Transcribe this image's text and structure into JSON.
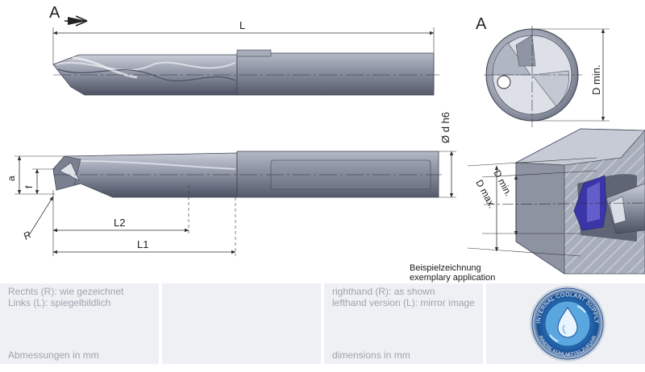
{
  "labels": {
    "view_a_arrow": "A",
    "view_a_title": "A",
    "length_total": "L",
    "shank_diameter": "Ø d h6",
    "d_min_view": "D min.",
    "dim_a": "a",
    "dim_f": "f",
    "radius": "R",
    "length_l2": "L2",
    "length_l1": "L1",
    "app_d_min": "D min.",
    "app_d_max": "D max."
  },
  "caption": {
    "line1": "Beispielzeichnung",
    "line2": "exemplary application"
  },
  "info": {
    "de_line1": "Rechts (R): wie gezeichnet",
    "de_line2": "Links (L): spiegelbildlich",
    "de_units": "Abmessungen in mm",
    "en_line1": "righthand (R): as shown",
    "en_line2": "lefthand version (L): mirror image",
    "en_units": "dimensions in mm"
  },
  "badge": {
    "outer_text_top": "INTERNAL COOLANT SUPPLY",
    "outer_text_bottom": "INNERE KÜHLMITTELZUFUHR"
  },
  "colors": {
    "tool_gradient_light": "#b8bdcb",
    "tool_gradient_dark": "#555b6b",
    "dimension_line": "#333333",
    "cutaway_blue": "#3a36a8",
    "panel_bg": "#eef0f4",
    "panel_text": "#9ea3ad",
    "badge_blue": "#1c5fa8"
  }
}
